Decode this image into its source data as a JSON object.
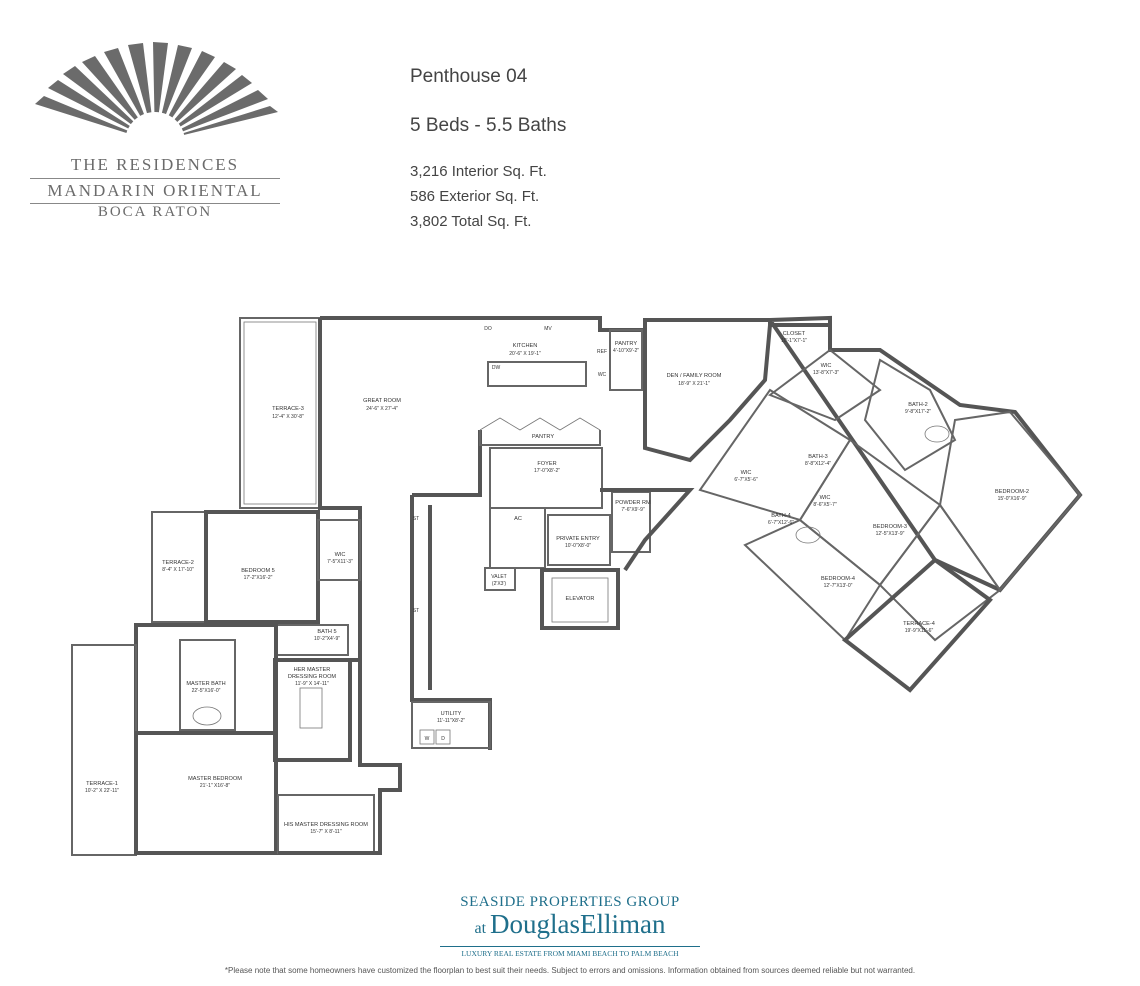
{
  "logo": {
    "line1": "THE RESIDENCES",
    "line2": "MANDARIN ORIENTAL",
    "line3": "BOCA RATON",
    "color": "#6b6b6b"
  },
  "header": {
    "unit": "Penthouse 04",
    "beds_baths": "5 Beds - 5.5 Baths",
    "interior": "3,216 Interior Sq. Ft.",
    "exterior": "586 Exterior Sq. Ft.",
    "total": "3,802 Total Sq. Ft."
  },
  "rooms": {
    "terrace3_name": "TERRACE-3",
    "terrace3_dim": "12'-4\" X 30'-8\"",
    "great_name": "GREAT ROOM",
    "great_dim": "24'-6\" X 27'-4\"",
    "kitchen_name": "KITCHEN",
    "kitchen_dim": "20'-6\" X 19'-1\"",
    "pantry1_name": "PANTRY",
    "pantry1_dim": "4'-10\"X9'-2\"",
    "pantry2_name": "PANTRY",
    "den_name": "DEN / FAMILY ROOM",
    "den_dim": "18'-9\" X 21'-1\"",
    "closet_name": "CLOSET",
    "closet_dim": "10'-1\"X7'-1\"",
    "wic_top_name": "WIC",
    "wic_top_dim": "13'-8\"X7'-3\"",
    "bath2_name": "BATH-2",
    "bath2_dim": "9'-8\"X17'-2\"",
    "bedroom2_name": "BEDROOM-2",
    "bedroom2_dim": "15'-0\"X16'-9\"",
    "bath3_name": "BATH-3",
    "bath3_dim": "8'-8\"X12'-4\"",
    "wic3_name": "WIC",
    "wic3_dim": "6'-7\"X5'-6\"",
    "wic4_name": "WIC",
    "wic4_dim": "8'-6\"X5'-7\"",
    "bath4_name": "BATH-4",
    "bath4_dim": "6'-7\"X12'-6\"",
    "bedroom3_name": "BEDROOM-3",
    "bedroom3_dim": "12'-5\"X13'-9\"",
    "bedroom4_name": "BEDROOM-4",
    "bedroom4_dim": "12'-7\"X13'-0\"",
    "terrace4_name": "TERRACE-4",
    "terrace4_dim": "19'-9\"X11'-6\"",
    "foyer_name": "FOYER",
    "foyer_dim": "17'-0\"X8'-2\"",
    "ac_name": "AC",
    "powder_name": "POWDER RM",
    "powder_dim": "7'-6\"X9'-9\"",
    "entry_name": "PRIVATE ENTRY",
    "entry_dim": "10'-0\"X8'-0\"",
    "valet_name": "VALET",
    "valet_dim": "(2'X3')",
    "elevator_name": "ELEVATOR",
    "terrace2_name": "TERRACE-2",
    "terrace2_dim": "8'-4\" X 17'-10\"",
    "bedroom5_name": "BEDROOM 5",
    "bedroom5_dim": "17'-2\"X16'-2\"",
    "wic5_name": "WIC",
    "wic5_dim": "7'-5\"X11'-3\"",
    "bath5_name": "BATH 5",
    "bath5_dim": "10'-2\"X4'-9\"",
    "master_bath_name": "MASTER BATH",
    "master_bath_dim": "22'-5\"X16'-0\"",
    "her_dressing_name1": "HER MASTER",
    "her_dressing_name2": "DRESSING ROOM",
    "her_dressing_dim": "11'-9\" X 14'-11\"",
    "utility_name": "UTILITY",
    "utility_dim": "11'-11\"X8'-2\"",
    "terrace1_name": "TERRACE-1",
    "terrace1_dim": "10'-2\" X 22'-11\"",
    "master_bed_name": "MASTER BEDROOM",
    "master_bed_dim": "21'-1\" X16'-8\"",
    "his_dressing_name": "HIS MASTER DRESSING ROOM",
    "his_dressing_dim": "15'-7\" X 8'-11\"",
    "st1": "ST",
    "st2": "ST",
    "w": "W",
    "d": "D",
    "dw": "DW",
    "ref": "REF",
    "wc": "WC",
    "do": "DO",
    "mv": "MV"
  },
  "footer": {
    "brand1": "SEASIDE PROPERTIES GROUP",
    "brand_at": "at",
    "brand_douglas": "Douglas",
    "brand_elliman": "Elliman",
    "tagline": "LUXURY REAL ESTATE FROM MIAMI BEACH TO PALM BEACH",
    "disclaimer": "*Please note that some homeowners have customized the floorplan to best suit their needs. Subject to errors and omissions. Information obtained from sources deemed reliable but not warranted.",
    "brand_color": "#1f6f8b"
  }
}
